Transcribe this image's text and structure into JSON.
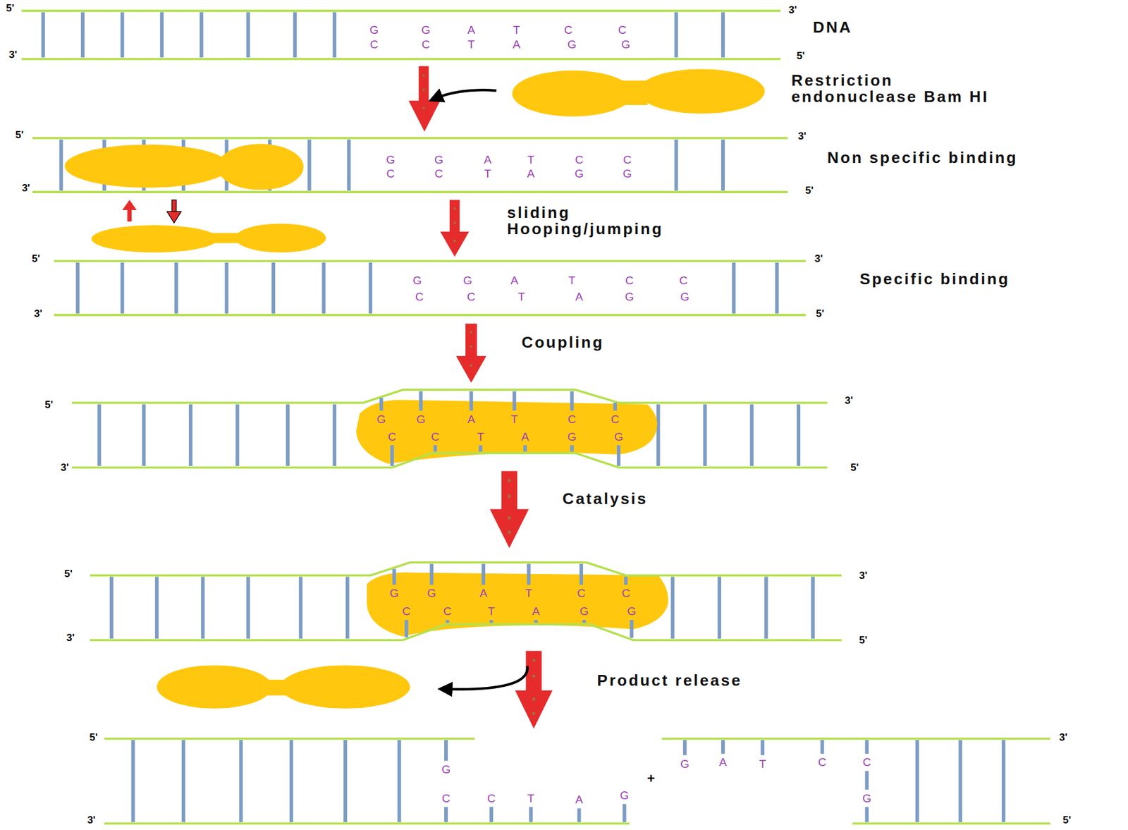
{
  "diagram": {
    "labels": [
      "5'",
      "3'",
      "DNA",
      "3'",
      "5'",
      "G",
      "G",
      "A",
      "T",
      "C",
      "C",
      "C",
      "C",
      "T",
      "A",
      "G",
      "G",
      "Restriction endonuclease Bam HI",
      "5'",
      "3'",
      "Non specific binding",
      "3'",
      "5'",
      "G",
      "G",
      "A",
      "T",
      "C",
      "C",
      "C",
      "C",
      "T",
      "A",
      "G",
      "G",
      "sliding Hooping/jumping",
      "5'",
      "3'",
      "Specific binding",
      "3'",
      "5'",
      "G",
      "G",
      "A",
      "T",
      "C",
      "C",
      "C",
      "C",
      "T",
      "A",
      "G",
      "G",
      "Coupling",
      "5'",
      "3'",
      "3'",
      "5'",
      "G",
      "G",
      "A",
      "T",
      "C",
      "C",
      "C",
      "C",
      "T",
      "A",
      "G",
      "G",
      "Catalysis",
      "5'",
      "3'",
      "3'",
      "5'",
      "G",
      "G",
      "A",
      "T",
      "C",
      "C",
      "C",
      "C",
      "T",
      "A",
      "G",
      "G",
      "Product release",
      "5'",
      "3'",
      "3'",
      "5'",
      "G",
      "C",
      "C",
      "T",
      "A",
      "G",
      "+",
      "G",
      "A",
      "T",
      "C",
      "C",
      "G"
    ]
  }
}
